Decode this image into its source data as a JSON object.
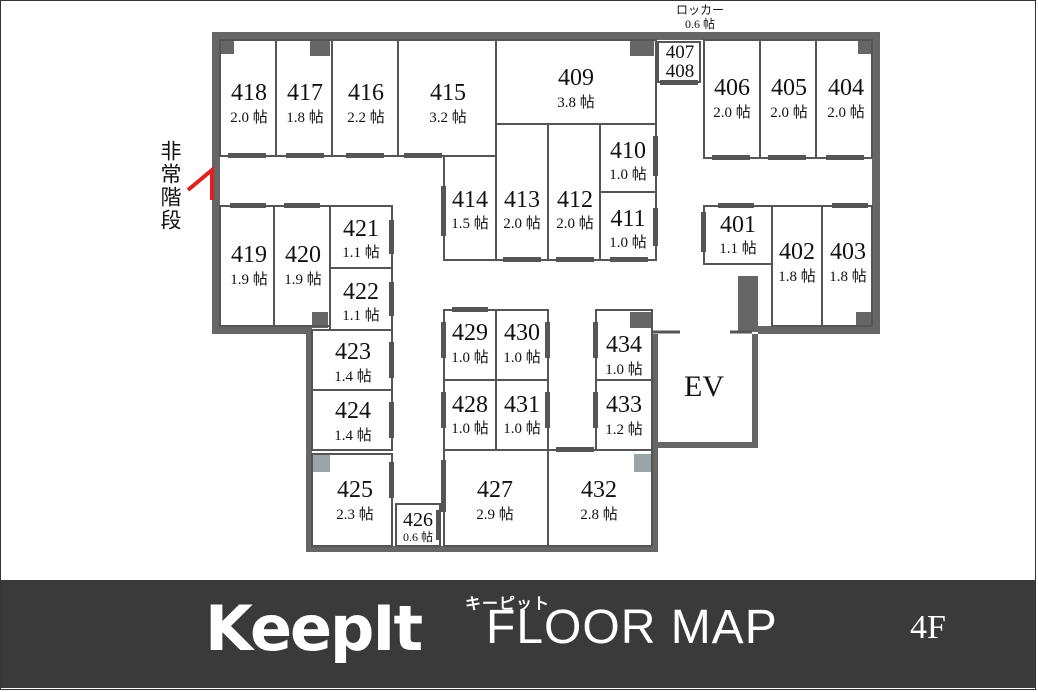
{
  "rooms": [
    {
      "num": "418",
      "size": "2.0 帖"
    },
    {
      "num": "417",
      "size": "1.8 帖"
    },
    {
      "num": "416",
      "size": "2.2 帖"
    },
    {
      "num": "415",
      "size": "3.2 帖"
    },
    {
      "num": "409",
      "size": "3.8 帖"
    },
    {
      "num": "406",
      "size": "2.0 帖"
    },
    {
      "num": "405",
      "size": "2.0 帖"
    },
    {
      "num": "404",
      "size": "2.0 帖"
    },
    {
      "num": "410",
      "size": "1.0 帖"
    },
    {
      "num": "414",
      "size": "1.5 帖"
    },
    {
      "num": "413",
      "size": "2.0 帖"
    },
    {
      "num": "412",
      "size": "2.0 帖"
    },
    {
      "num": "411",
      "size": "1.0 帖"
    },
    {
      "num": "419",
      "size": "1.9 帖"
    },
    {
      "num": "420",
      "size": "1.9 帖"
    },
    {
      "num": "421",
      "size": "1.1 帖"
    },
    {
      "num": "422",
      "size": "1.1 帖"
    },
    {
      "num": "401",
      "size": "1.1 帖"
    },
    {
      "num": "402",
      "size": "1.8 帖"
    },
    {
      "num": "403",
      "size": "1.8 帖"
    },
    {
      "num": "423",
      "size": "1.4 帖"
    },
    {
      "num": "424",
      "size": "1.4 帖"
    },
    {
      "num": "429",
      "size": "1.0 帖"
    },
    {
      "num": "430",
      "size": "1.0 帖"
    },
    {
      "num": "428",
      "size": "1.0 帖"
    },
    {
      "num": "431",
      "size": "1.0 帖"
    },
    {
      "num": "434",
      "size": "1.0 帖"
    },
    {
      "num": "433",
      "size": "1.2 帖"
    },
    {
      "num": "425",
      "size": "2.3 帖"
    },
    {
      "num": "427",
      "size": "2.9 帖"
    },
    {
      "num": "432",
      "size": "2.8 帖"
    },
    {
      "num": "426",
      "size": "0.6 帖"
    }
  ],
  "locker": {
    "label": "ロッカー",
    "size": "0.6 帖",
    "num_a": "407",
    "num_b": "408"
  },
  "emergency_stairs": {
    "label": "非常階段",
    "color": "#e02020"
  },
  "elevator": {
    "label": "EV"
  },
  "footer": {
    "logo_kana": "キーピット",
    "logo_word": "KeepIt",
    "title": "FLOOR MAP",
    "floor": "4F",
    "background": "#3a3a3a"
  },
  "colors": {
    "wall": "#666666",
    "line": "#555555",
    "window": "#9aa5aa"
  }
}
